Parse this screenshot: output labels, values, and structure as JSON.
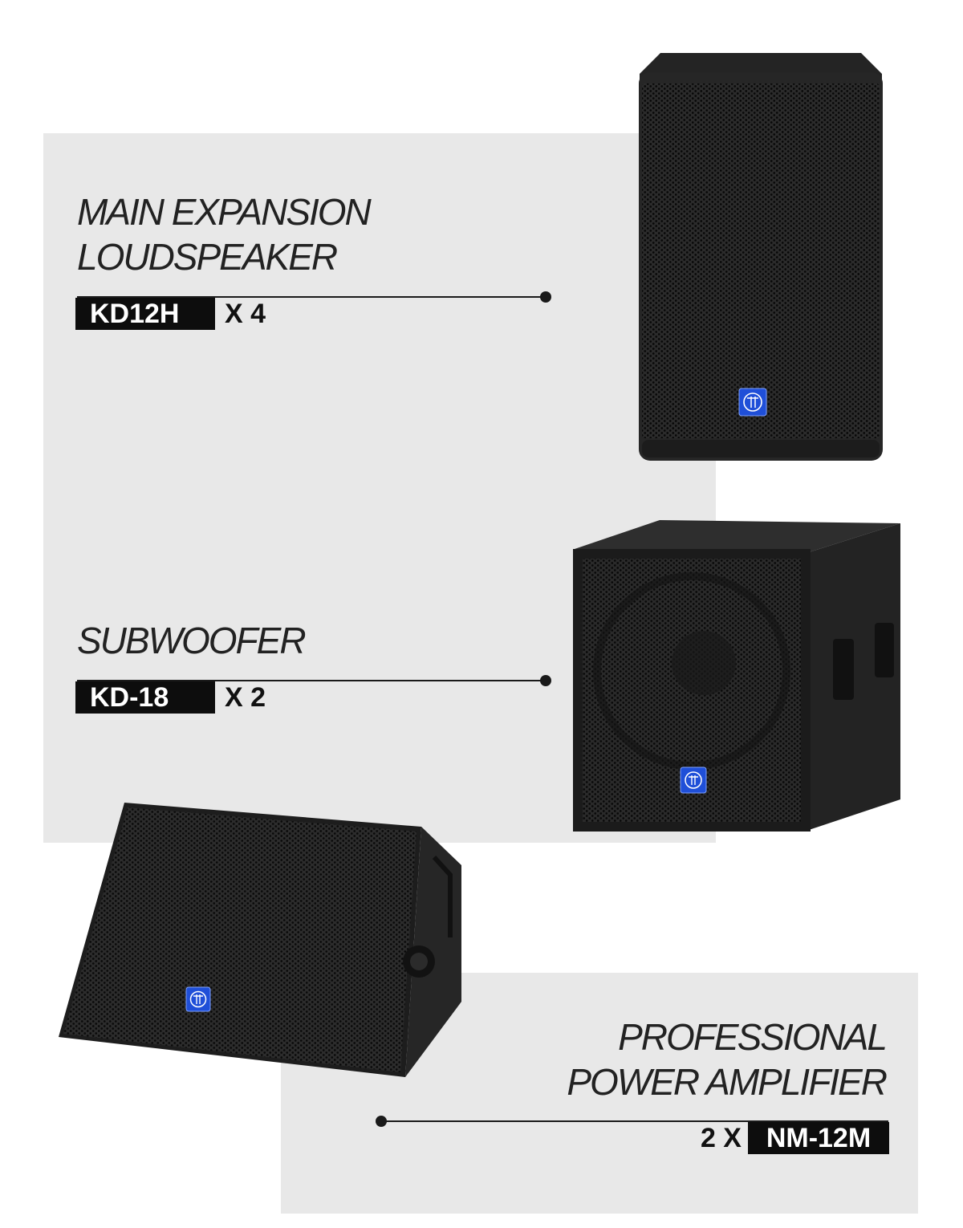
{
  "sections": [
    {
      "heading": [
        "MAIN EXPANSION",
        "LOUDSPEAKER"
      ],
      "model": "KD12H",
      "quantity": "X 4",
      "image_icon": "main-loudspeaker-icon"
    },
    {
      "heading": [
        "SUBWOOFER"
      ],
      "model": "KD-18",
      "quantity": "X 2",
      "image_icon": "subwoofer-icon"
    },
    {
      "heading": [
        "PROFESSIONAL",
        "POWER AMPLIFIER"
      ],
      "quantity": "2 X",
      "model": "NM-12M",
      "image_icon": "stage-monitor-icon"
    }
  ],
  "colors": {
    "panel": "#e8e8e8",
    "cabinet": "#1f1f1f",
    "badge_logo": "#1f4fd8",
    "label_bg": "#0d0d0d",
    "label_text": "#ffffff"
  }
}
